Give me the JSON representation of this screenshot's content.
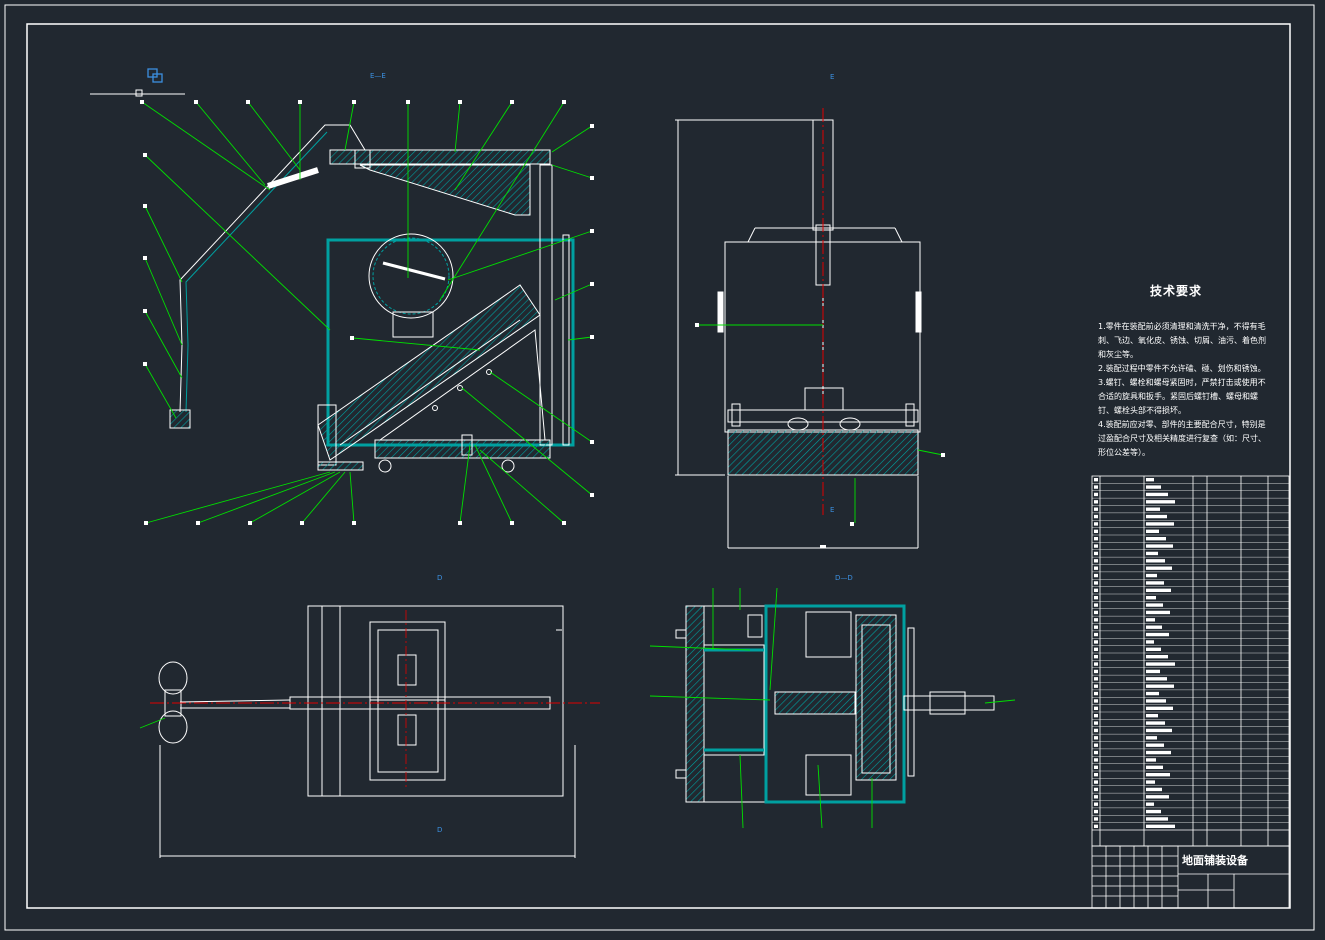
{
  "views": {
    "section_e": "E—E",
    "section_d": "D—D",
    "marker_e": "E",
    "marker_d": "D"
  },
  "tech": {
    "title": "技术要求",
    "notes": [
      "1.零件在装配前必须清理和清洗干净，不得有毛刺、飞边、氧化皮、锈蚀、切屑、油污、着色剂和灰尘等。",
      "2.装配过程中零件不允许磕、碰、划伤和锈蚀。",
      "3.螺钉、螺栓和螺母紧固时，严禁打击或使用不合适的旋具和扳手。紧固后螺钉槽、螺母和螺钉、螺栓头部不得损坏。",
      "4.装配前应对零、部件的主要配合尺寸，特别是过盈配合尺寸及相关精度进行复查（如：尺寸、形位公差等）。"
    ]
  },
  "title_block": {
    "drawing_title": "地面铺装设备"
  },
  "colors": {
    "background": "#212830",
    "frame": "#ffffff",
    "part_outline": "#ffffff",
    "section_hatch": "#00a0a0",
    "leader": "#00e000",
    "center_line": "#e00000",
    "icon_accent": "#3b8fe0"
  }
}
